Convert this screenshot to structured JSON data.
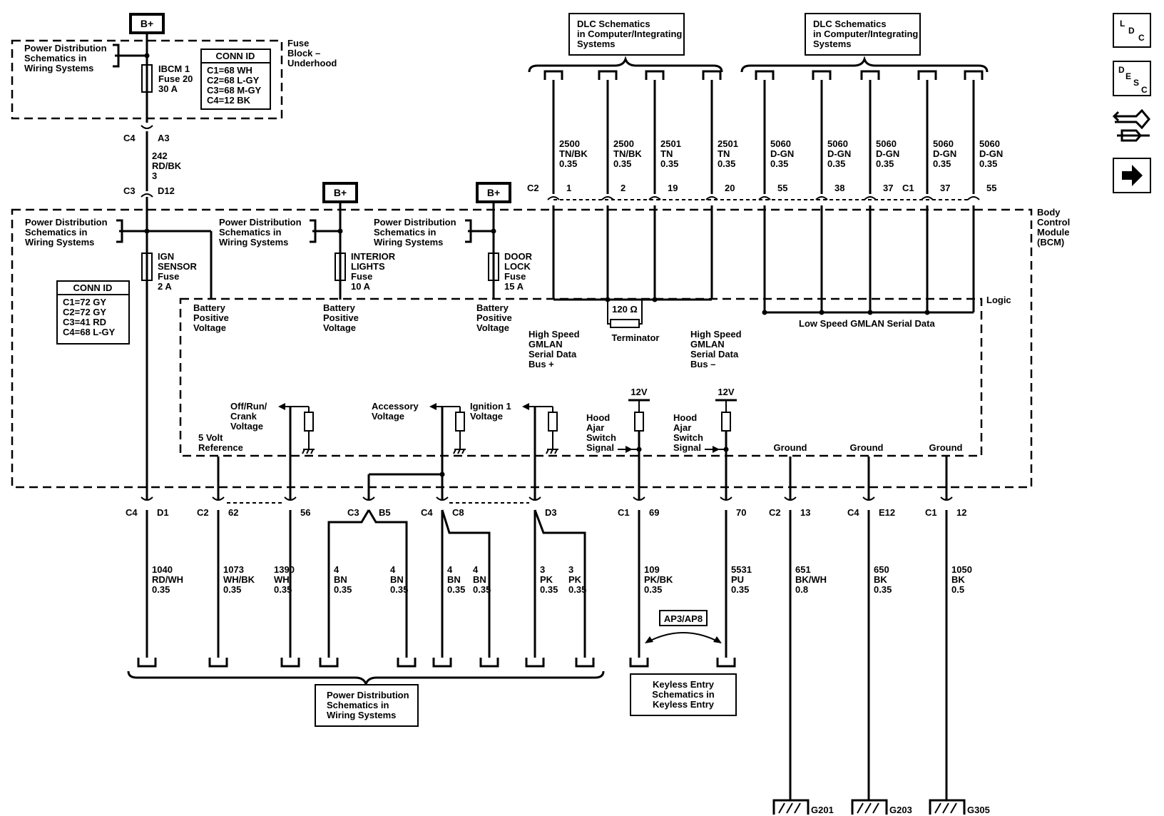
{
  "b_plus": "B+",
  "power_dist": [
    "Power Distribution",
    "Schematics in",
    "Wiring Systems"
  ],
  "fuse_block": {
    "label": [
      "Fuse",
      "Block –",
      "Underhood"
    ],
    "fuse": [
      "IBCM 1",
      "Fuse 20",
      "30 A"
    ],
    "conn_title": "CONN ID",
    "conn_rows": [
      "C1=68 WH",
      "C2=68 L-GY",
      "C3=68 M-GY",
      "C4=12 BK"
    ]
  },
  "feed_wire": {
    "top_conn": "C4",
    "top_pin": "A3",
    "lines": [
      "242",
      "RD/BK",
      "3"
    ],
    "bottom_conn": "C3",
    "bottom_pin": "D12"
  },
  "dlc": [
    "DLC Schematics",
    "in Computer/Integrating",
    "Systems"
  ],
  "dlc_wires": [
    {
      "circuit": "2500",
      "color": "TN/BK",
      "size": "0.35",
      "pin": "1"
    },
    {
      "circuit": "2500",
      "color": "TN/BK",
      "size": "0.35",
      "pin": "2"
    },
    {
      "circuit": "2501",
      "color": "TN",
      "size": "0.35",
      "pin": "19"
    },
    {
      "circuit": "2501",
      "color": "TN",
      "size": "0.35",
      "pin": "20"
    },
    {
      "circuit": "5060",
      "color": "D-GN",
      "size": "0.35",
      "pin": "55"
    },
    {
      "circuit": "5060",
      "color": "D-GN",
      "size": "0.35",
      "pin": "38"
    },
    {
      "circuit": "5060",
      "color": "D-GN",
      "size": "0.35",
      "pin": "37"
    },
    {
      "circuit": "5060",
      "color": "D-GN",
      "size": "0.35",
      "pin": "37"
    },
    {
      "circuit": "5060",
      "color": "D-GN",
      "size": "0.35",
      "pin": "55"
    }
  ],
  "dlc_conn_c2": "C2",
  "dlc_conn_c1": "C1",
  "bcm": {
    "label": [
      "Body",
      "Control",
      "Module",
      "(BCM)"
    ],
    "conn_title": "CONN ID",
    "conn_rows": [
      "C1=72 GY",
      "C2=72 GY",
      "C3=41 RD",
      "C4=68 L-GY"
    ],
    "fuses": [
      [
        "IGN",
        "SENSOR",
        "Fuse",
        "2 A"
      ],
      [
        "INTERIOR",
        "LIGHTS",
        "Fuse",
        "10 A"
      ],
      [
        "DOOR",
        "LOCK",
        "Fuse",
        "15 A"
      ]
    ],
    "logic": "Logic",
    "battery_voltage": [
      "Battery",
      "Positive",
      "Voltage"
    ],
    "terminator_value": "120 Ω",
    "terminator": "Terminator",
    "hs_plus": [
      "High Speed",
      "GMLAN",
      "Serial Data",
      "Bus +"
    ],
    "hs_minus": [
      "High Speed",
      "GMLAN",
      "Serial Data",
      "Bus –"
    ],
    "low_speed": "Low Speed GMLAN Serial Data",
    "off_run_crank": [
      "Off/Run/",
      "Crank",
      "Voltage"
    ],
    "accessory": [
      "Accessory",
      "Voltage"
    ],
    "ignition1": [
      "Ignition 1",
      "Voltage"
    ],
    "five_volt": [
      "5 Volt",
      "Reference"
    ],
    "twelve_v": "12V",
    "hood_ajar": [
      "Hood",
      "Ajar",
      "Switch",
      "Signal"
    ],
    "ground": "Ground"
  },
  "bottom_conns": [
    {
      "conn": "C4",
      "pin": "D1"
    },
    {
      "conn": "C2",
      "pin": "62"
    },
    {
      "conn": "",
      "pin": "56"
    },
    {
      "conn": "C3",
      "pin": "B5"
    },
    {
      "conn": "C4",
      "pin": "C8"
    },
    {
      "conn": "",
      "pin": "D3"
    },
    {
      "conn": "C1",
      "pin": "69"
    },
    {
      "conn": "",
      "pin": "70"
    },
    {
      "conn": "C2",
      "pin": "13"
    },
    {
      "conn": "C4",
      "pin": "E12"
    },
    {
      "conn": "C1",
      "pin": "12"
    }
  ],
  "bottom_wires": [
    {
      "circuit": "1040",
      "color": "RD/WH",
      "size": "0.35"
    },
    {
      "circuit": "1073",
      "color": "WH/BK",
      "size": "0.35"
    },
    {
      "circuit": "1390",
      "color": "WH",
      "size": "0.35"
    },
    {
      "circuit": "4",
      "color": "BN",
      "size": "0.35"
    },
    {
      "circuit": "4",
      "color": "BN",
      "size": "0.35"
    },
    {
      "circuit": "4",
      "color": "BN",
      "size": "0.35"
    },
    {
      "circuit": "4",
      "color": "BN",
      "size": "0.35"
    },
    {
      "circuit": "3",
      "color": "PK",
      "size": "0.35"
    },
    {
      "circuit": "3",
      "color": "PK",
      "size": "0.35"
    },
    {
      "circuit": "109",
      "color": "PK/BK",
      "size": "0.35"
    },
    {
      "circuit": "5531",
      "color": "PU",
      "size": "0.35"
    },
    {
      "circuit": "651",
      "color": "BK/WH",
      "size": "0.8"
    },
    {
      "circuit": "650",
      "color": "BK",
      "size": "0.35"
    },
    {
      "circuit": "1050",
      "color": "BK",
      "size": "0.5"
    }
  ],
  "ap_label": "AP3/AP8",
  "keyless": [
    "Keyless Entry",
    "Schematics in",
    "Keyless Entry"
  ],
  "grounds": [
    "G201",
    "G203",
    "G305"
  ],
  "nav": {
    "ldc": [
      "L",
      "D",
      "C"
    ],
    "desc": [
      "D",
      "E",
      "S",
      "C"
    ],
    "connector_icon": "connector-icon",
    "next_icon": "arrow-right-icon"
  }
}
